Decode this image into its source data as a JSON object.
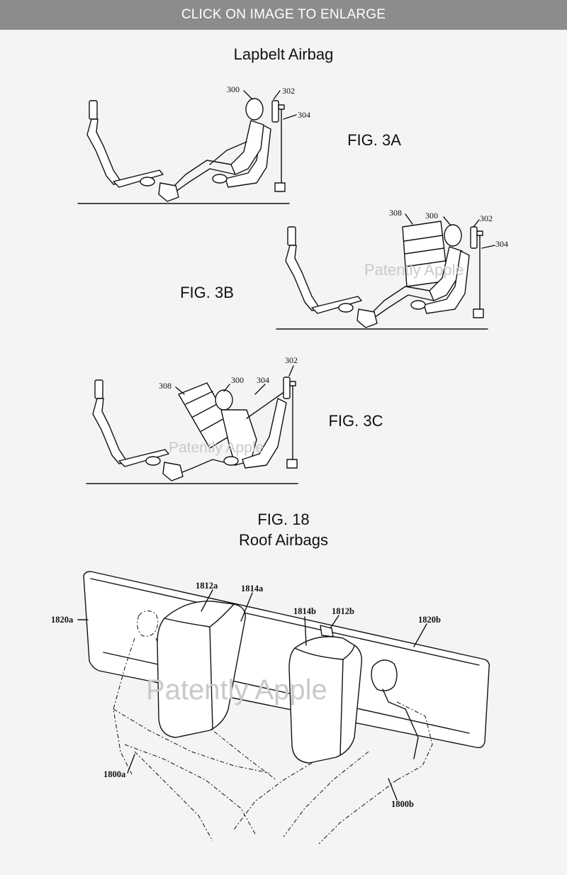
{
  "banner": {
    "label": "CLICK ON IMAGE TO ENLARGE"
  },
  "section1": {
    "title": "Lapbelt Airbag"
  },
  "fig3a": {
    "label": "FIG. 3A",
    "refs": {
      "occupant": "300",
      "anchor": "302",
      "belt": "304"
    }
  },
  "fig3b": {
    "label": "FIG. 3B",
    "refs": {
      "airbag": "308",
      "occupant": "300",
      "anchor": "302",
      "belt": "304"
    }
  },
  "fig3c": {
    "label": "FIG. 3C",
    "refs": {
      "airbag": "308",
      "occupant": "300",
      "belt": "304",
      "anchor": "302"
    }
  },
  "section2": {
    "fig_label": "FIG. 18",
    "title": "Roof Airbags"
  },
  "fig18": {
    "refs": {
      "roof_left": "1820a",
      "airbag_left": "1812a",
      "cushion_left": "1814a",
      "cushion_right": "1814b",
      "airbag_right": "1812b",
      "roof_right": "1820b",
      "occupant_left": "1800a",
      "occupant_right": "1800b"
    }
  },
  "watermark": {
    "text": "Patently Apple"
  }
}
